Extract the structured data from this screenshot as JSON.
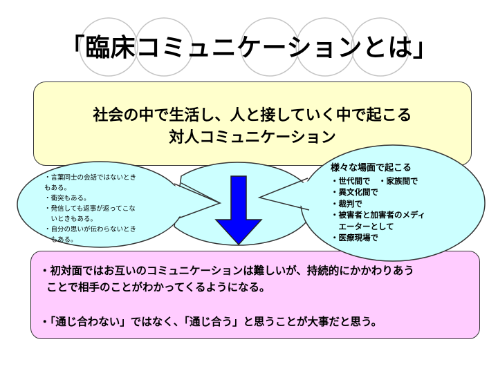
{
  "slide": {
    "title": "「臨床コミュニケーションとは」",
    "definition": {
      "line1": "社会の中で生活し、人と接していく中で起こる",
      "line2": "対人コミュニケーション"
    },
    "left_bubble": {
      "items": [
        "・言葉同士の会話ではないとき",
        "もある。",
        "・衝突もある。",
        "・発信しても返事が返ってこな",
        "　いときもある。",
        "・自分の思いが伝わらないとき",
        "　もある。"
      ]
    },
    "right_bubble": {
      "heading": "様々な場面で起こる",
      "items": [
        "・世代間で　・家族間で",
        "・異文化間で",
        "・裁判で",
        "・被害者と加害者のメディ",
        "　エーターとして",
        "・医療現場で"
      ]
    },
    "conclusion": {
      "line1": "・初対面ではお互いのコミュニケーションは難しいが、持続的にかかわりあう",
      "line2": "ことで相手のことがわかってくるようになる。",
      "line3": "・「通じ合わない」ではなく、「通じ合う」と思うことが大事だと思う。"
    }
  },
  "colors": {
    "definition_bg": "#ffffcc",
    "conclusion_bg": "#ffccff",
    "bubble_bg": "#ccffff",
    "arrow_fill": "#0000ff",
    "deco_circle": "#c0c0c0"
  }
}
